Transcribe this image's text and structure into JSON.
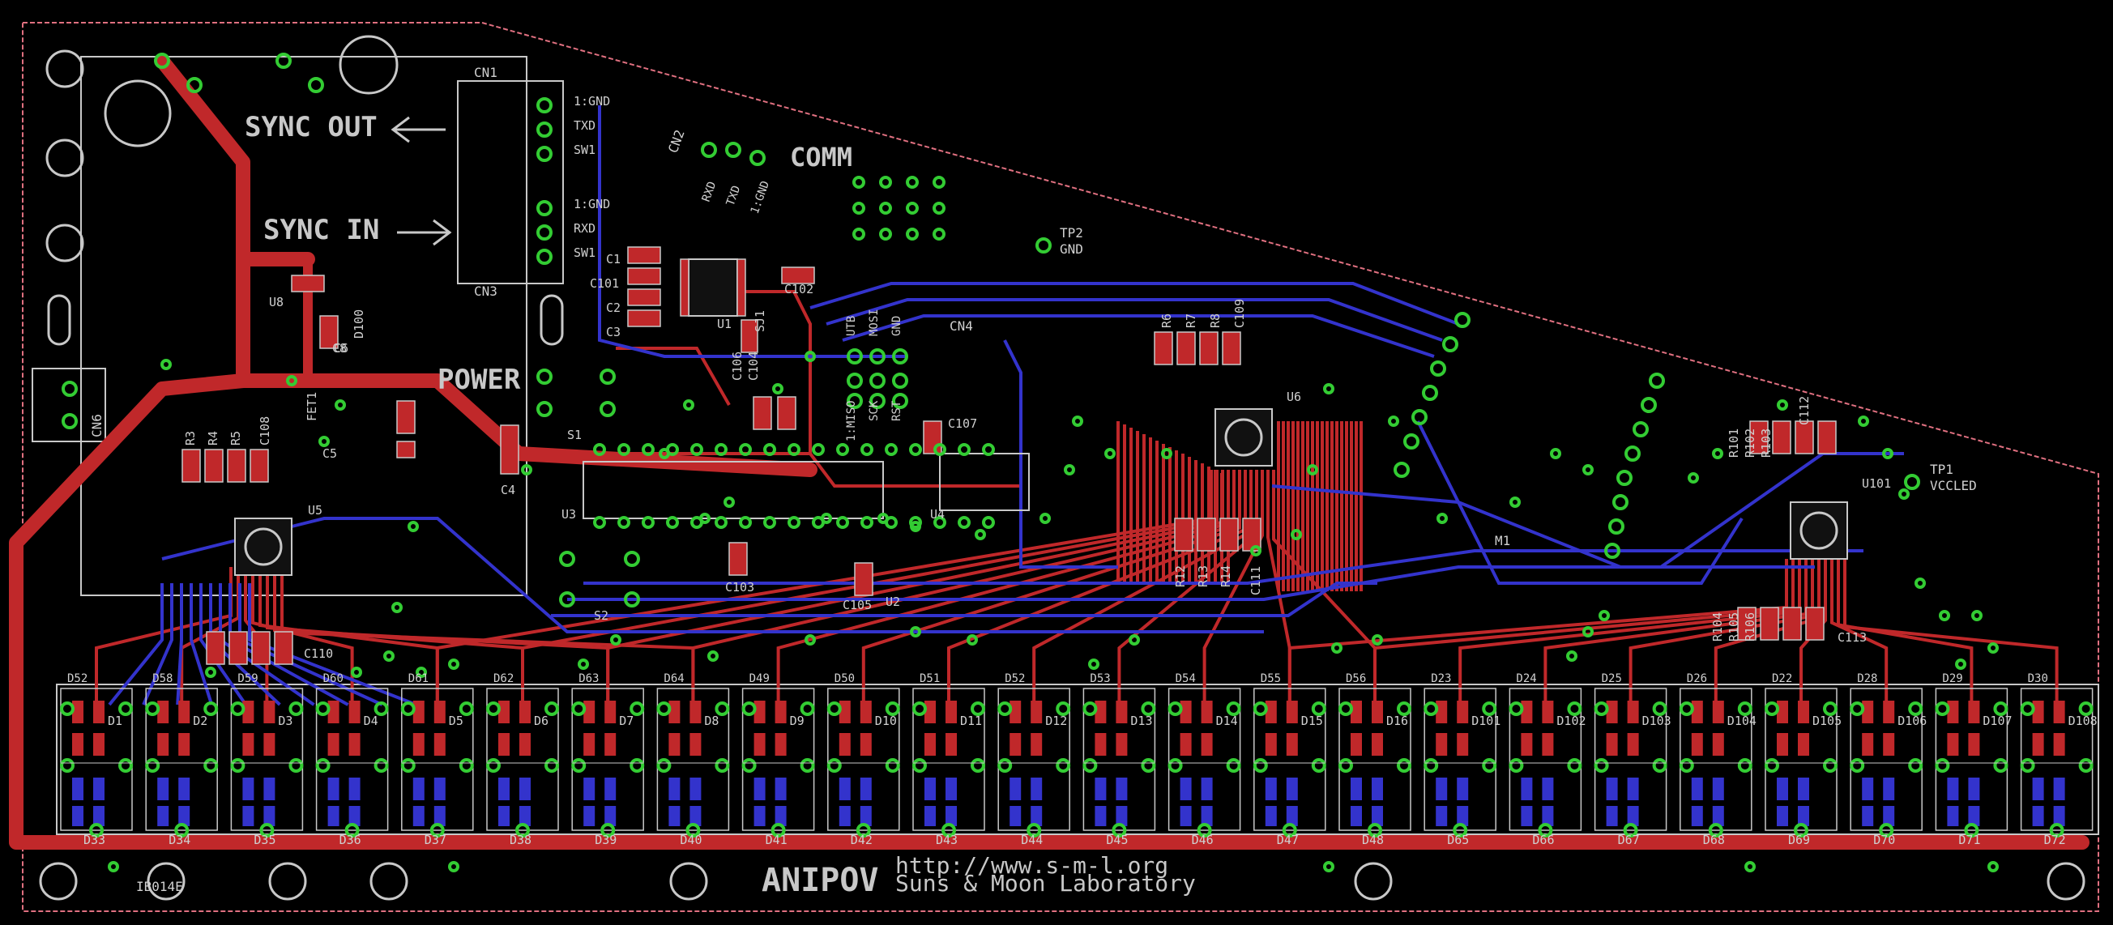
{
  "board": {
    "silk_labels": {
      "sync_out": "SYNC OUT",
      "sync_in": "SYNC IN",
      "power": "POWER",
      "comm": "COMM",
      "anipov": "ANIPOV",
      "url": "http://www.s-m-l.org",
      "lab": "Suns & Moon Laboratory",
      "code": "IB014E",
      "cn1": "CN1",
      "cn2": "CN2",
      "cn3": "CN3",
      "cn4": "CN4",
      "cn6": "CN6",
      "tp1": "TP1",
      "vccled": "VCCLED",
      "tp2": "TP2",
      "gnd": "GND",
      "m1": "M1"
    },
    "cn1_pins": [
      "1:GND",
      "TXD",
      "SW1"
    ],
    "cn3_pins": [
      "1:GND",
      "RXD",
      "SW1"
    ],
    "cn2_pins": [
      "RXD",
      "TXD",
      "1:GND"
    ],
    "cn4_pins": [
      "1:MISO",
      "SCK",
      "RST",
      "UTB",
      "MOSI",
      "GND"
    ],
    "components": [
      "U1",
      "U2",
      "U3",
      "U4",
      "U5",
      "U6",
      "U8",
      "U101",
      "C1",
      "C2",
      "C3",
      "C4",
      "C5",
      "C6",
      "C8",
      "C101",
      "C102",
      "C103",
      "C104",
      "C105",
      "C106",
      "C107",
      "C108",
      "C109",
      "C110",
      "C111",
      "C112",
      "C113",
      "R3",
      "R4",
      "R5",
      "R6",
      "R7",
      "R8",
      "R12",
      "R13",
      "R14",
      "R101",
      "R102",
      "R103",
      "R104",
      "R105",
      "R106",
      "S1",
      "S2",
      "SJ1",
      "FET1",
      "D100"
    ],
    "leds_top": [
      "D1",
      "D2",
      "D3",
      "D4",
      "D5",
      "D6",
      "D7",
      "D8",
      "D9",
      "D10",
      "D11",
      "D12",
      "D13",
      "D14",
      "D15",
      "D16",
      "D101",
      "D102",
      "D103",
      "D104",
      "D105",
      "D106",
      "D107",
      "D108"
    ],
    "leds_bottom": [
      "D33",
      "D34",
      "D35",
      "D36",
      "D37",
      "D38",
      "D39",
      "D40",
      "D41",
      "D42",
      "D43",
      "D44",
      "D45",
      "D46",
      "D47",
      "D48",
      "D65",
      "D66",
      "D67",
      "D68",
      "D69",
      "D70",
      "D71",
      "D72"
    ],
    "leds_upper_row": [
      "D52",
      "D58",
      "D59",
      "D60",
      "D61",
      "D62",
      "D63",
      "D64",
      "D49",
      "D50",
      "D51",
      "D52",
      "D53",
      "D54",
      "D55",
      "D56",
      "D23",
      "D24",
      "D25",
      "D26",
      "D22",
      "D28",
      "D29",
      "D30"
    ],
    "colors": {
      "background": "#000000",
      "top_copper": "#c0282a",
      "bottom_copper": "#3333cc",
      "silkscreen": "#c8c8c8",
      "pads": "#33cc33",
      "outline": "#e07080"
    }
  }
}
